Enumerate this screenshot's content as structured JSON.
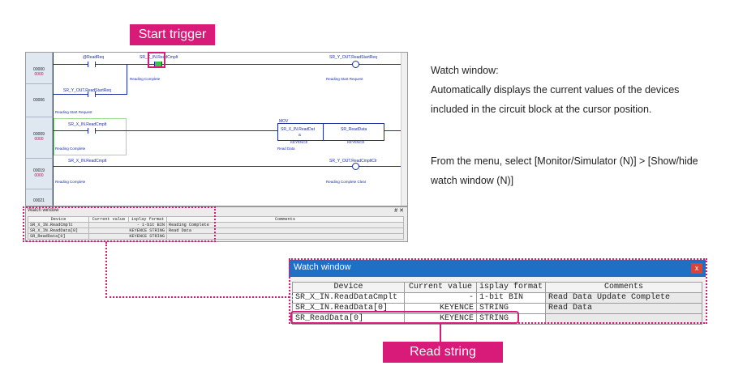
{
  "callouts": {
    "start_trigger": "Start trigger",
    "read_string": "Read string"
  },
  "description": {
    "heading": "Watch window:",
    "line1": "Automatically displays the current values of the devices",
    "line2": "included in the circuit block at the cursor position.",
    "menu1": "From the menu, select [Monitor/Simulator (N)] > [Show/hide",
    "menu2": "watch window (N)]"
  },
  "ladder": {
    "steps": [
      {
        "num": "00000",
        "sub": "0000"
      },
      {
        "num": "00006",
        "sub": ""
      },
      {
        "num": "00009",
        "sub": "0000"
      },
      {
        "num": "00019",
        "sub": "0000"
      },
      {
        "num": "00021",
        "sub": ""
      }
    ],
    "devices": {
      "r1_contact1": "@ReadReq",
      "r1_contact2": "SR_X_IN.ReadCmplt",
      "r1_coil": "SR_Y_OUT.ReadStartReq",
      "r1_cmt2": "Reading Complete",
      "r1_cmt_coil": "Reading Start Request",
      "r2_contact": "SR_Y_OUT.ReadStartReq",
      "r2_cmt": "Reading Start Request",
      "r3_contact": "SR_X_IN.ReadCmplt",
      "r3_cmt": "Reading Complete",
      "r3_mov": "MOV",
      "r3_src": "SR_X_IN.ReadDat",
      "r3_src2": "a",
      "r3_dst": "SR_ReadData",
      "r3_src_cmt": "KEYENCE",
      "r3_dst_cmt": "KEYENCE",
      "r3_cmt_read": "Read Data",
      "r4_contact": "SR_X_IN.ReadCmplt",
      "r4_cmt": "Reading Complete",
      "r4_coil": "SR_Y_OUT.ReadCmpltClr",
      "r4_cmt_coil": "Reading Complete Clear"
    }
  },
  "small_watch": {
    "title": "Watch window",
    "controls": "# ✕",
    "headers": [
      "Device",
      "Current value",
      "isplay format",
      "Comments"
    ],
    "rows": [
      [
        "SR_X_IN.ReadCmplt",
        "- 1-bit BIN",
        "Reading Complete"
      ],
      [
        "SR_X_IN.ReadData[0]",
        "KEYENCE STRING",
        "Read Data"
      ],
      [
        "SR_ReadData[0]",
        "KEYENCE STRING",
        ""
      ]
    ]
  },
  "big_watch": {
    "title": "Watch window",
    "close": "x",
    "headers": [
      "Device",
      "Current value",
      "isplay format",
      "Comments"
    ],
    "rows": [
      {
        "device": "SR_X_IN.ReadDataCmplt",
        "value": "-",
        "format": "1-bit BIN",
        "comment": "Read Data Update Complete"
      },
      {
        "device": "SR_X_IN.ReadData[0]",
        "value": "KEYENCE",
        "format": "STRING",
        "comment": "Read Data"
      },
      {
        "device": "SR_ReadData[0]",
        "value": "KEYENCE",
        "format": "STRING",
        "comment": ""
      }
    ]
  },
  "colors": {
    "accent": "#d81b79",
    "title_bar": "#1f6fc4",
    "ladder_wire": "#1d2f9a"
  }
}
